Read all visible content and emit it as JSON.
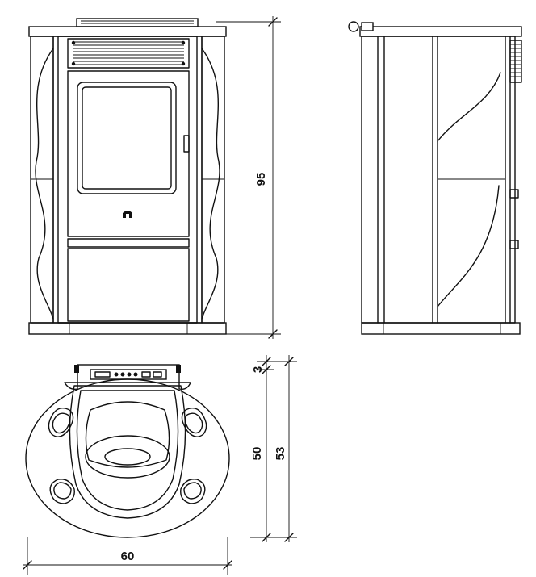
{
  "dimensions": {
    "height": "95",
    "top_offset": "3",
    "depth_body": "50",
    "depth_total": "53",
    "width": "60"
  }
}
